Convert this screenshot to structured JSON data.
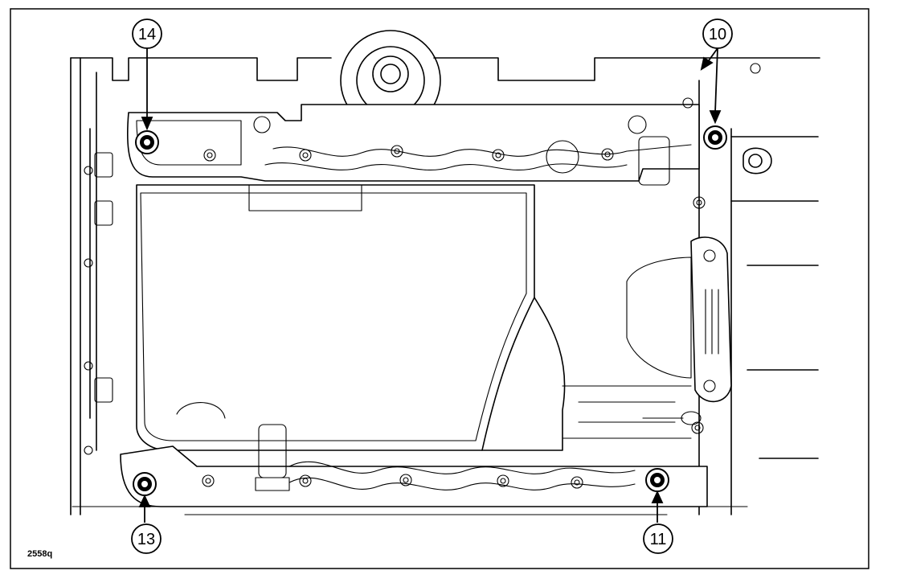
{
  "figure": {
    "id": "2558q"
  },
  "callouts": {
    "c14": "14",
    "c10": "10",
    "c13": "13",
    "c11": "11"
  }
}
